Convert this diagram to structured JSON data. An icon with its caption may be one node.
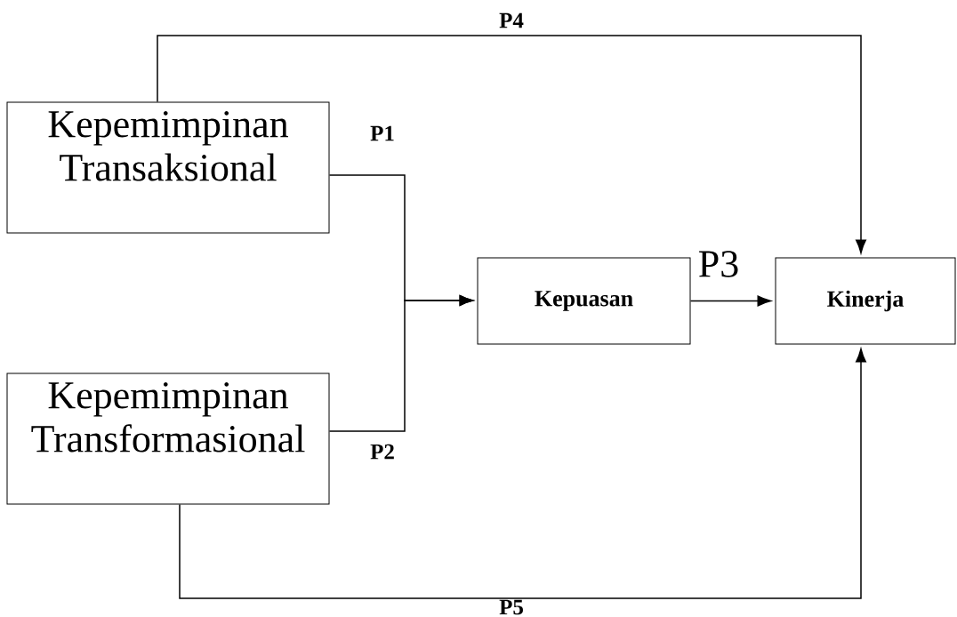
{
  "diagram": {
    "nodes": [
      {
        "text": [
          "Kepemimpinan Transaksional"
        ]
      },
      {
        "text": [
          "Kepemimpinan Transformasional"
        ]
      },
      {
        "text": [
          "Kepuasan"
        ]
      },
      {
        "text": [
          "Kinerja"
        ]
      }
    ],
    "edges": [
      {
        "from": 0,
        "to": 2,
        "arrow": "to",
        "label": "P1"
      },
      {
        "from": 1,
        "to": 2,
        "arrow": "to",
        "label": "P2"
      },
      {
        "from": 2,
        "to": 3,
        "arrow": "to",
        "label": "P3"
      },
      {
        "from": 0,
        "to": 3,
        "arrow": "to",
        "label": "P4"
      },
      {
        "from": 1,
        "to": 3,
        "arrow": "to",
        "label": "P5"
      }
    ]
  }
}
